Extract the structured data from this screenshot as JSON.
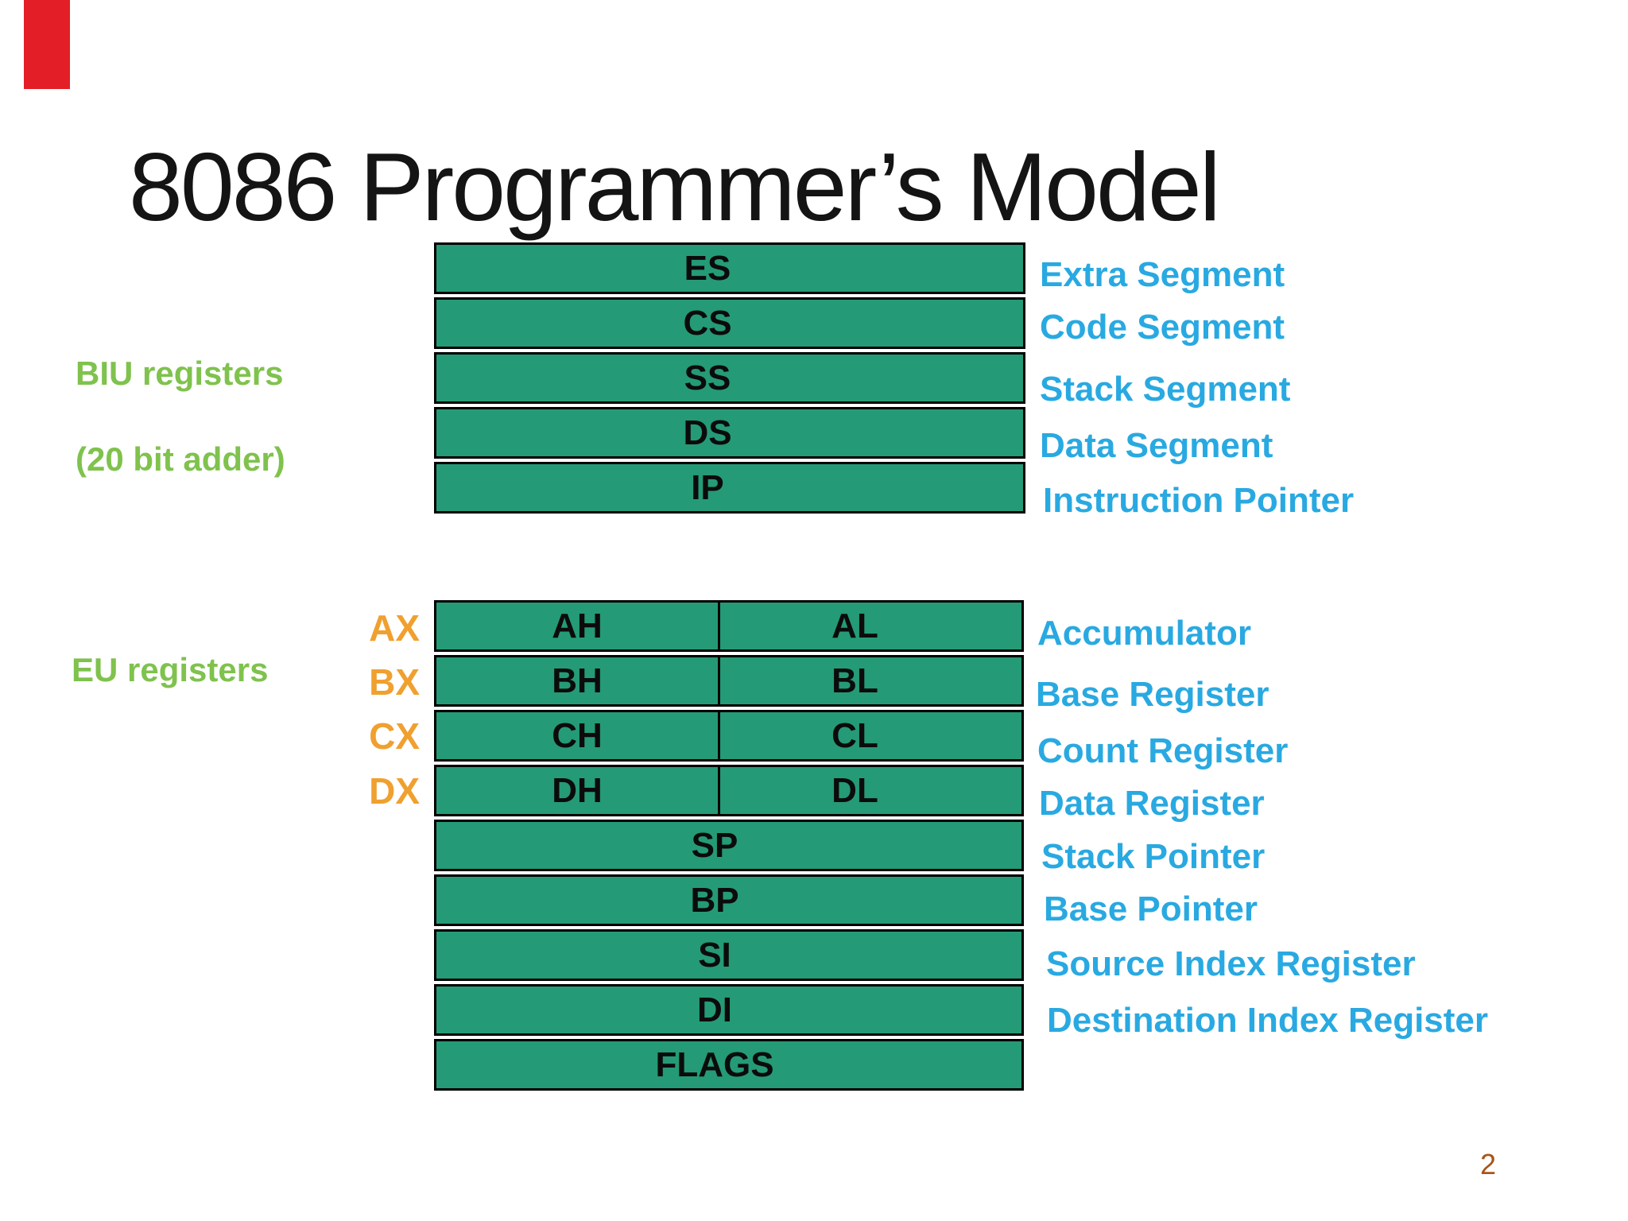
{
  "page": {
    "title": "8086 Programmer’s Model",
    "page_number": "2"
  },
  "colors": {
    "background": "#FFFFFF",
    "accent_red_bar": "#E41E26",
    "register_box_green": "#259A76",
    "box_border_black": "#000000",
    "description_blue": "#29A9E1",
    "register_name_orange": "#F0A02F",
    "section_label_green": "#7FC24D",
    "title_black": "#141414",
    "page_number_brown": "#A8551C"
  },
  "biu": {
    "side_label": "BIU registers",
    "side_sublabel": "(20 bit adder)",
    "rows": [
      {
        "code": "ES",
        "description": "Extra Segment"
      },
      {
        "code": "CS",
        "description": "Code Segment"
      },
      {
        "code": "SS",
        "description": "Stack Segment"
      },
      {
        "code": "DS",
        "description": "Data Segment"
      },
      {
        "code": "IP",
        "description": "Instruction Pointer"
      }
    ]
  },
  "eu": {
    "side_label": "EU registers",
    "pair_rows": [
      {
        "name": "AX",
        "high": "AH",
        "low": "AL",
        "description": "Accumulator"
      },
      {
        "name": "BX",
        "high": "BH",
        "low": "BL",
        "description": "Base Register"
      },
      {
        "name": "CX",
        "high": "CH",
        "low": "CL",
        "description": "Count Register"
      },
      {
        "name": "DX",
        "high": "DH",
        "low": "DL",
        "description": "Data Register"
      }
    ],
    "wide_rows": [
      {
        "code": "SP",
        "description": "Stack Pointer"
      },
      {
        "code": "BP",
        "description": "Base Pointer"
      },
      {
        "code": "SI",
        "description": "Source Index Register"
      },
      {
        "code": "DI",
        "description": "Destination Index Register"
      },
      {
        "code": "FLAGS",
        "description": ""
      }
    ]
  }
}
